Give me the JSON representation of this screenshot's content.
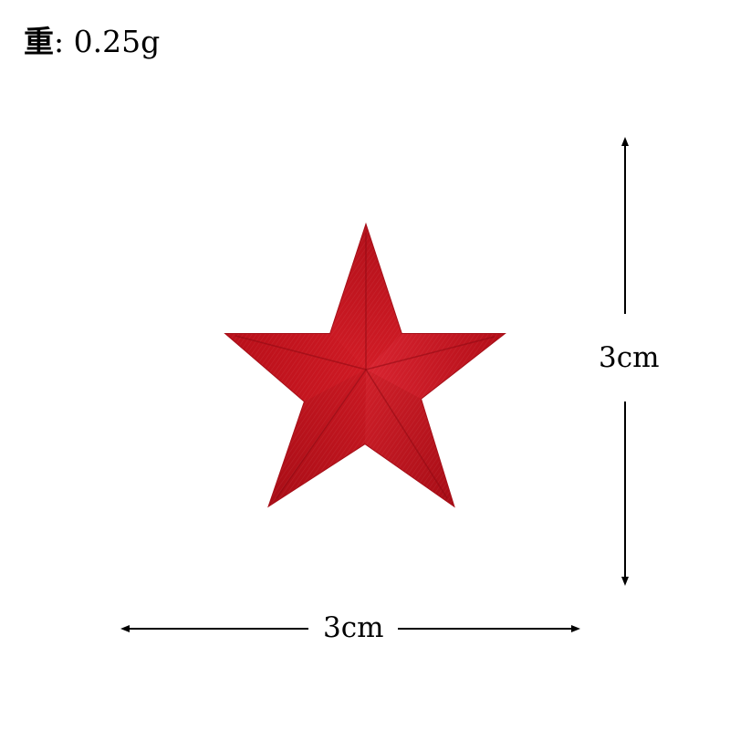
{
  "weight": {
    "label": "重",
    "separator": ": ",
    "value": "0.25g"
  },
  "product": {
    "name_icon": "red-embroidered-star-patch",
    "color": "#c8141e",
    "shadow_color": "#8e0a12",
    "highlight_color": "#e0303a"
  },
  "dimensions": {
    "width_label": "3cm",
    "height_label": "3cm"
  }
}
